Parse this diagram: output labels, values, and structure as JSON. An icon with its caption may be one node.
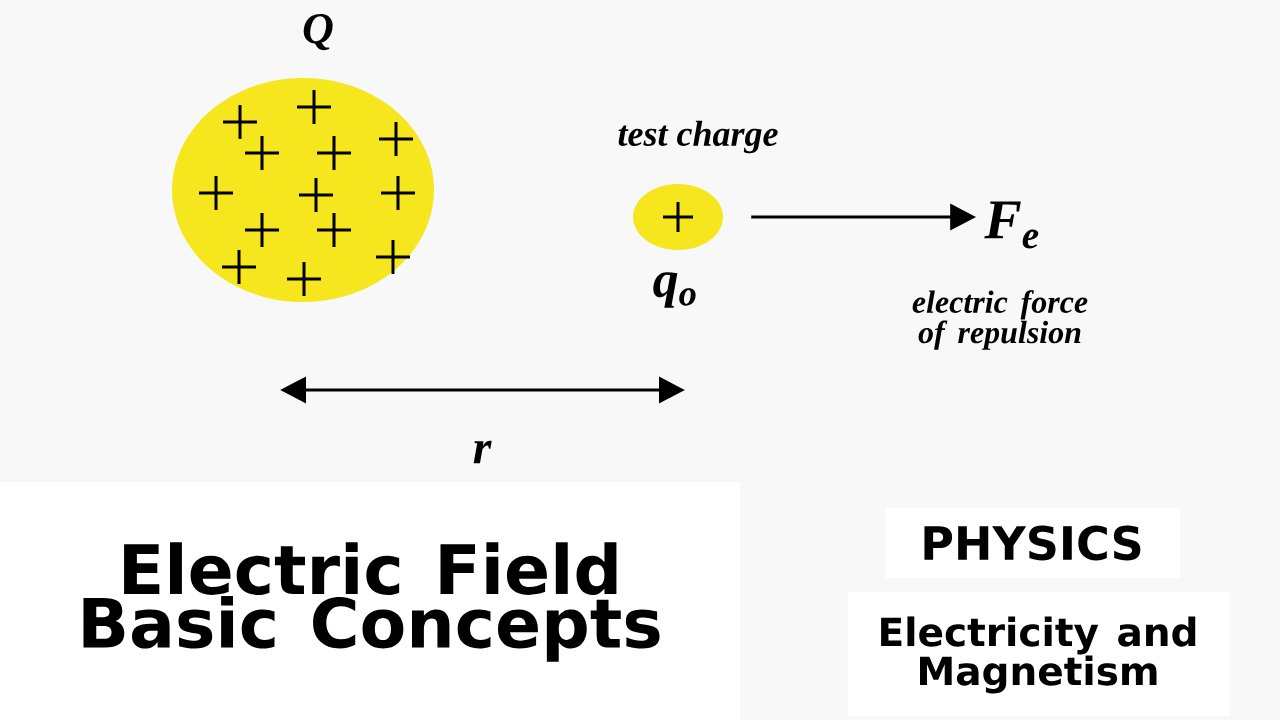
{
  "diagram": {
    "title": "Electric Field Basic Concepts",
    "nodes": [
      {
        "text": [
          "Q"
        ]
      },
      {
        "text": [
          "test charge"
        ],
        "beside": [
          "q$_{o}$"
        ]
      },
      {
        "text": [
          "F$_{e}$",
          "electric force of repulsion"
        ]
      }
    ],
    "edges": [
      {
        "from": 1,
        "to": 2,
        "arrow": "to"
      }
    ],
    "labels": [
      "r",
      "PHYSICS",
      "Electricity and Magnetism"
    ]
  }
}
